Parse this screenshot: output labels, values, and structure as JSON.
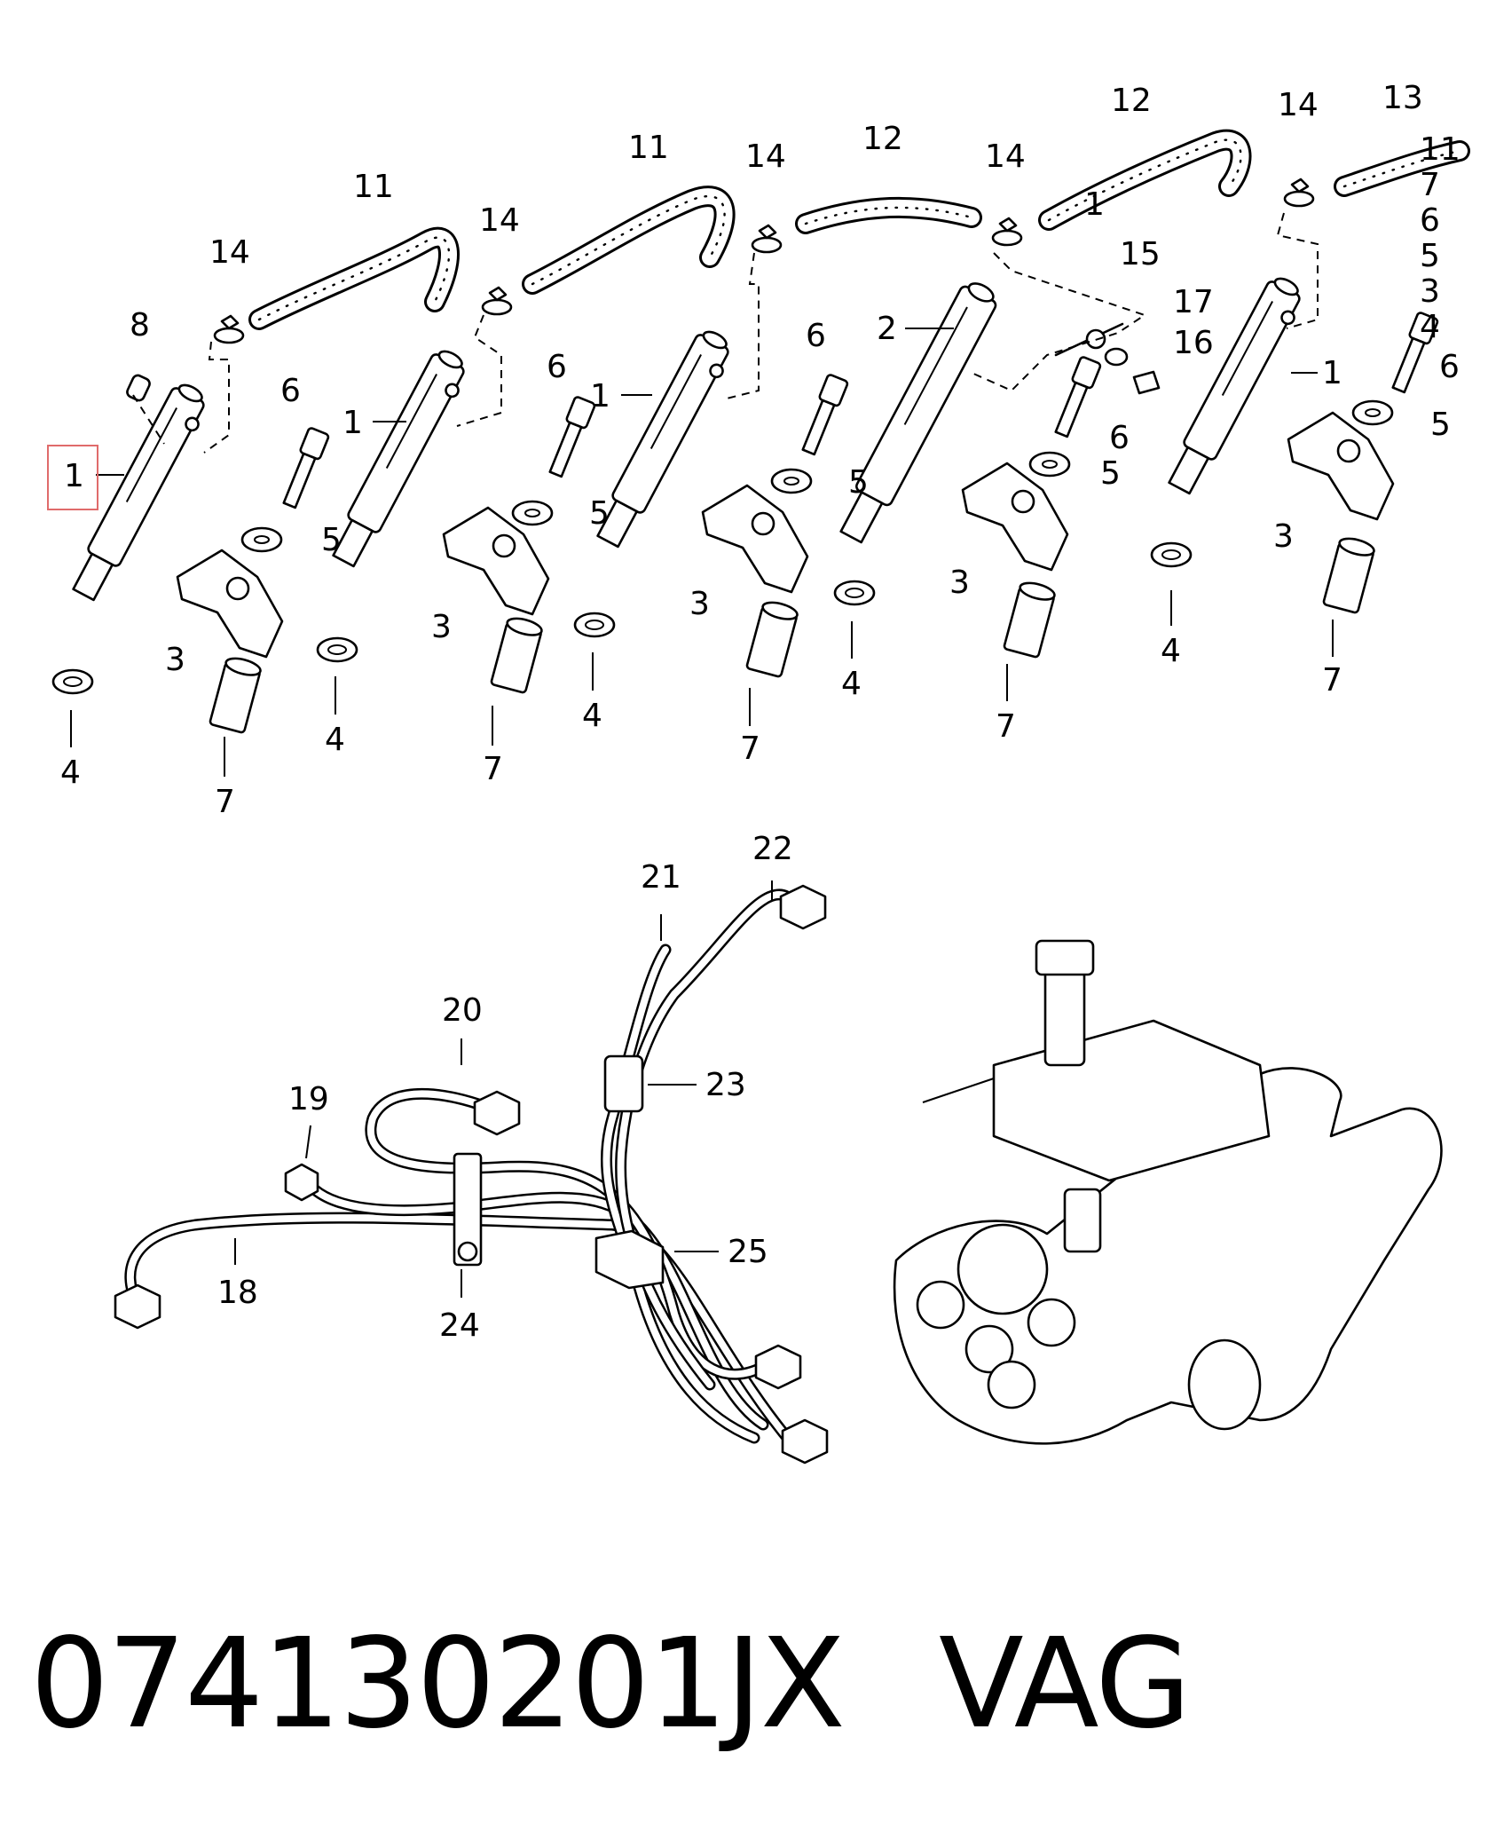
{
  "diagram": {
    "callouts": [
      "1",
      "1",
      "1",
      "1",
      "1",
      "2",
      "3",
      "3",
      "3",
      "3",
      "3",
      "3",
      "4",
      "4",
      "4",
      "4",
      "4",
      "4",
      "5",
      "5",
      "5",
      "5",
      "5",
      "5",
      "6",
      "6",
      "6",
      "6",
      "6",
      "6",
      "7",
      "7",
      "7",
      "7",
      "7",
      "7",
      "8",
      "11",
      "11",
      "11",
      "12",
      "12",
      "13",
      "14",
      "14",
      "14",
      "14",
      "14",
      "15",
      "16",
      "17",
      "18",
      "19",
      "20",
      "21",
      "22",
      "23",
      "24",
      "25"
    ],
    "highlighted_callout": "1"
  },
  "footer": {
    "part_number": "074130201JX",
    "brand": "VAG"
  }
}
